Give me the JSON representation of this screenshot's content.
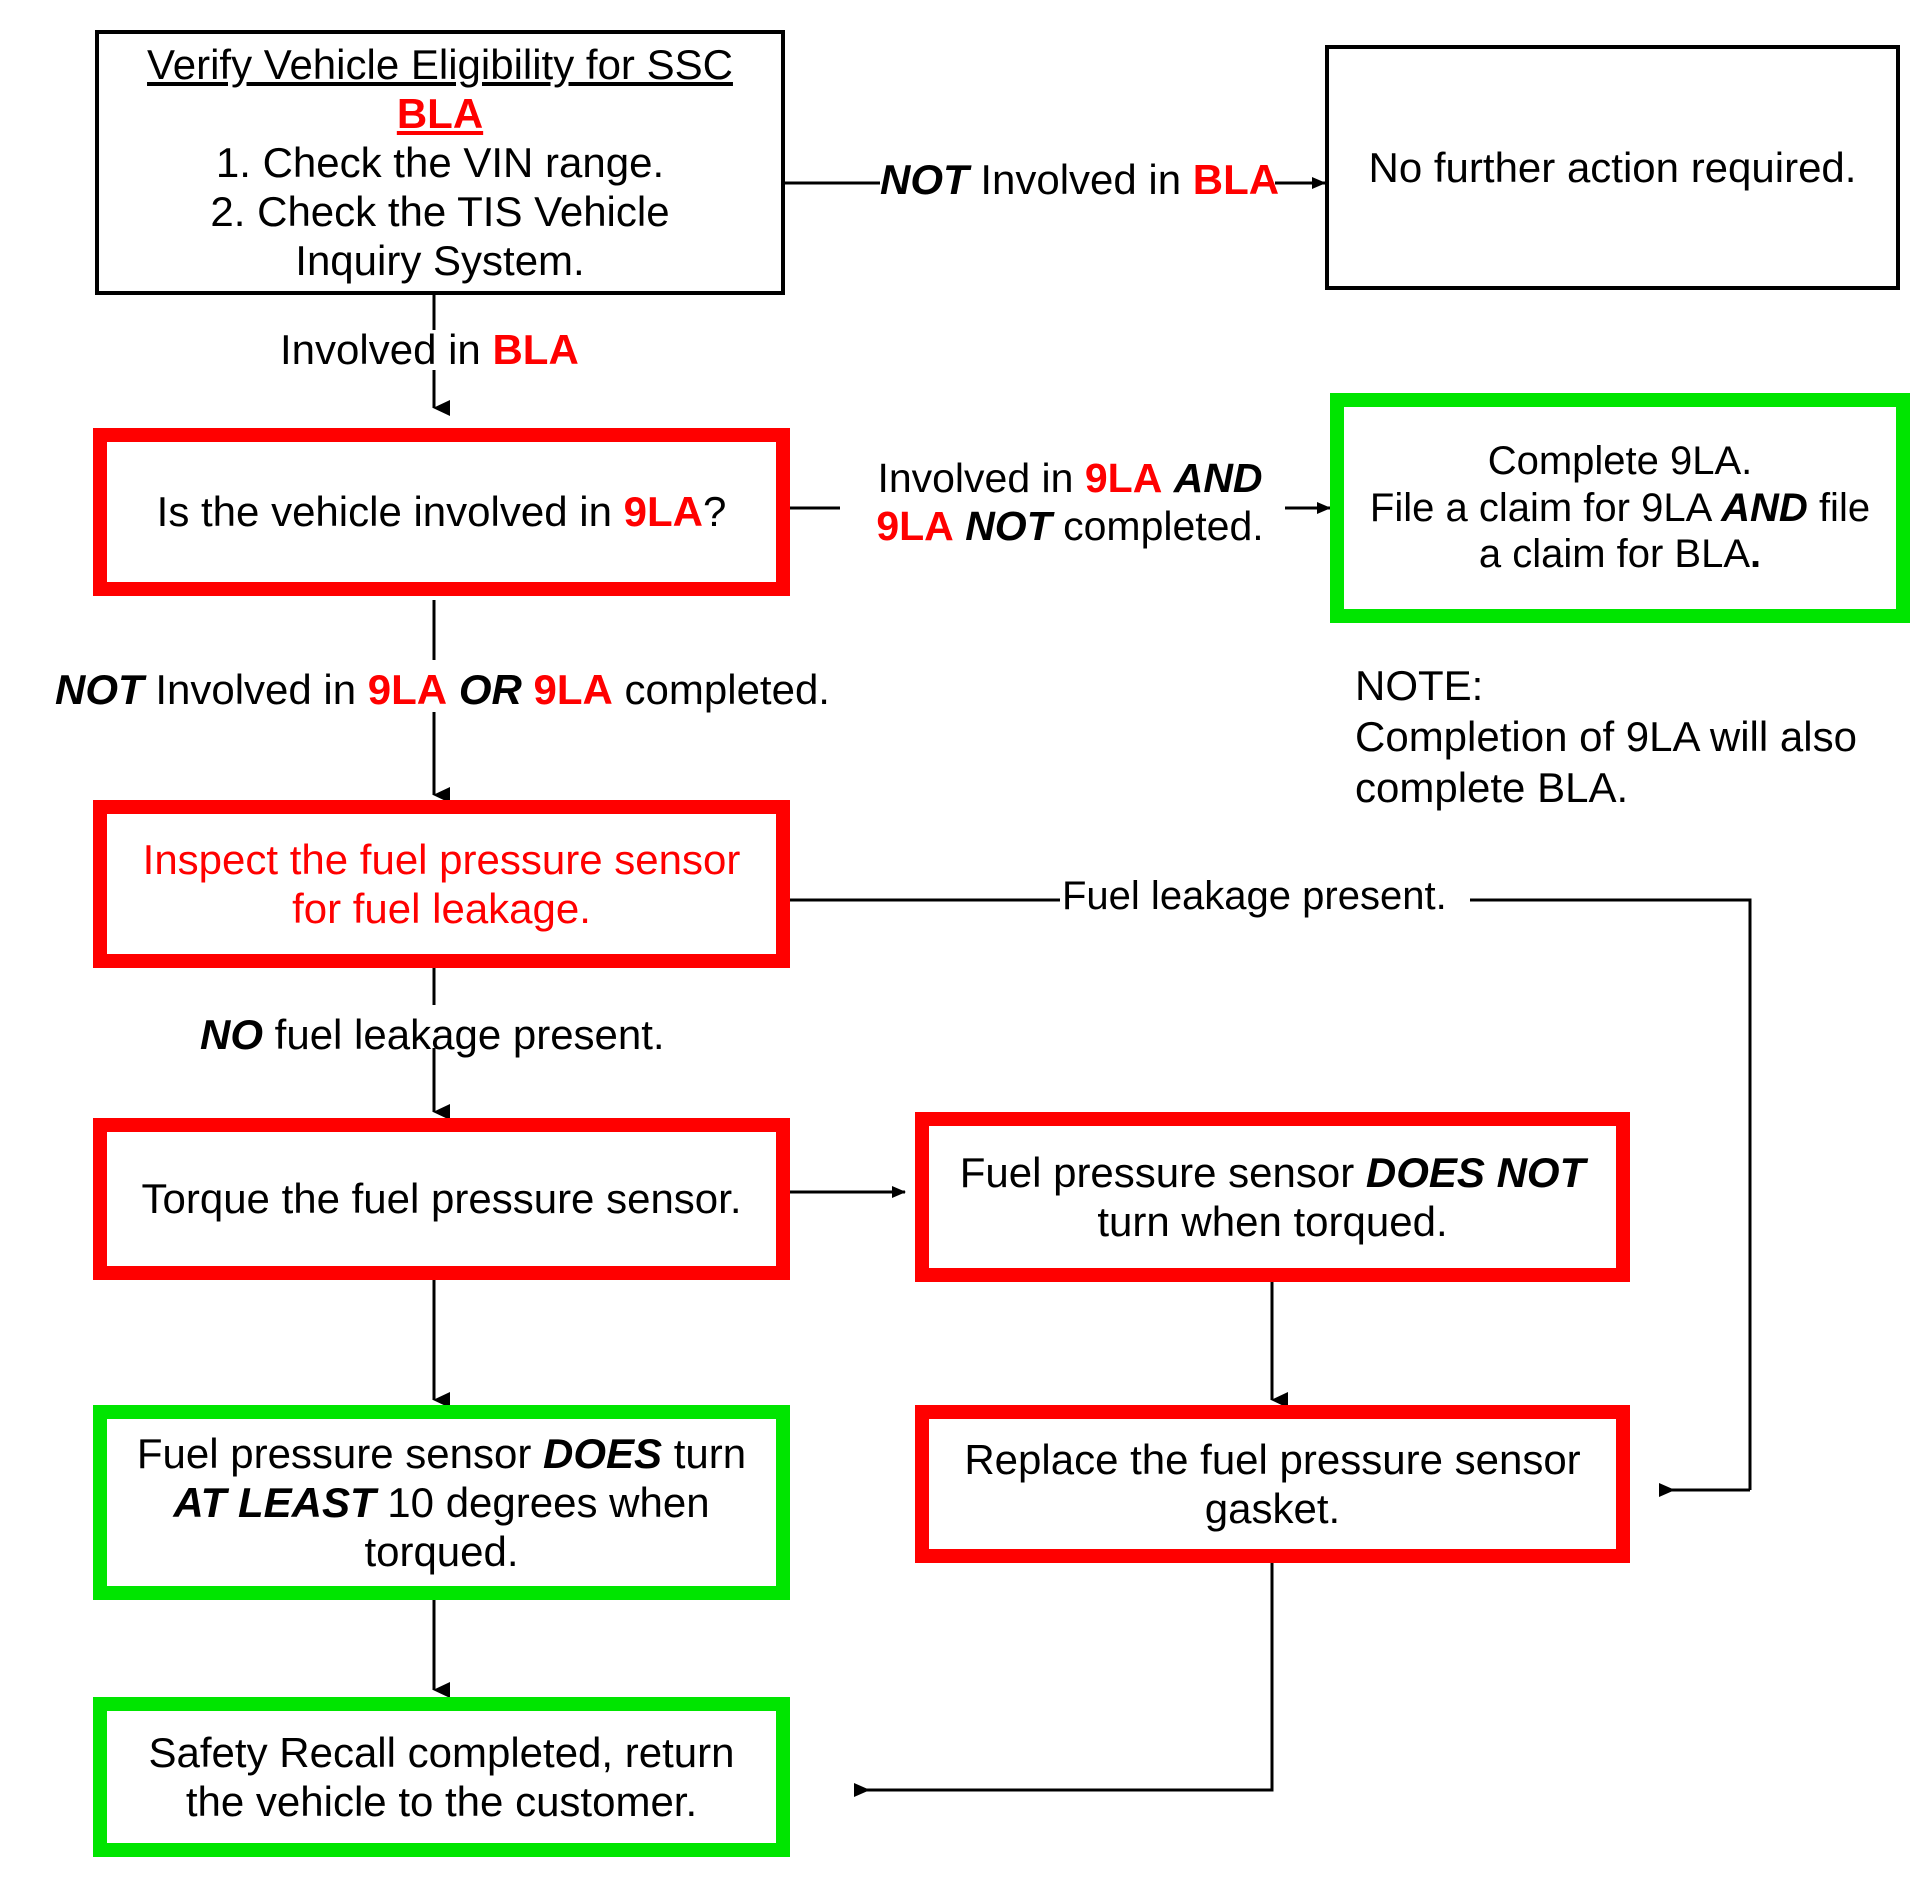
{
  "diagram": {
    "title_node": {
      "line1": "Verify Vehicle Eligibility for SSC",
      "line2": "BLA",
      "line3": "1. Check the VIN range.",
      "line4": "2. Check the TIS Vehicle",
      "line5": "Inquiry System."
    },
    "nodes": {
      "no_further_action": "No further action required.",
      "is_vehicle_9la_pre": "Is the vehicle involved in ",
      "is_vehicle_9la_code": "9LA",
      "is_vehicle_9la_post": "?",
      "complete_9la_line1": "Complete 9LA.",
      "complete_9la_line2a": "File a claim for 9LA ",
      "complete_9la_line2b": "AND",
      "complete_9la_line2c": " file",
      "complete_9la_line3a": "a claim for BLA",
      "complete_9la_line3b": ".",
      "inspect_line1": "Inspect the fuel pressure sensor",
      "inspect_line2": "for fuel leakage.",
      "torque": "Torque the fuel pressure sensor.",
      "does_not_turn_line1a": "Fuel pressure sensor ",
      "does_not_turn_line1b": "DOES NOT",
      "does_not_turn_line2": "turn when torqued.",
      "does_turn_line1a": "Fuel pressure sensor ",
      "does_turn_line1b": "DOES",
      "does_turn_line1c": " turn",
      "does_turn_line2a": "AT LEAST",
      "does_turn_line2b": " 10 degrees when",
      "does_turn_line3": "torqued.",
      "replace_gasket_line1": "Replace the fuel pressure sensor",
      "replace_gasket_line2": "gasket.",
      "completed_line1": "Safety Recall completed, return",
      "completed_line2": "the vehicle to the customer."
    },
    "edge_labels": {
      "not_involved_bla_a": "NOT",
      "not_involved_bla_b": " Involved in ",
      "not_involved_bla_c": "BLA",
      "involved_bla_a": "Involved in ",
      "involved_bla_b": "BLA",
      "involved_9la_line1a": "Involved in ",
      "involved_9la_line1b": "9LA",
      "involved_9la_line1c": " ",
      "involved_9la_line1d": "AND",
      "involved_9la_line2a": "9LA",
      "involved_9la_line2b": " ",
      "involved_9la_line2c": "NOT",
      "involved_9la_line2d": " completed.",
      "not_involved_9la_a": "NOT",
      "not_involved_9la_b": " Involved in ",
      "not_involved_9la_c": "9LA",
      "not_involved_9la_d": " ",
      "not_involved_9la_e": "OR",
      "not_involved_9la_f": " ",
      "not_involved_9la_g": "9LA",
      "not_involved_9la_h": " completed.",
      "fuel_leakage_present": "Fuel leakage present.",
      "no_fuel_leakage_a": "NO",
      "no_fuel_leakage_b": " fuel leakage present."
    },
    "note": {
      "line1": "NOTE:",
      "line2": "Completion of 9LA will also",
      "line3": "complete BLA."
    },
    "colors": {
      "red": "#ff0000",
      "green": "#00e500",
      "black": "#000000",
      "background": "#ffffff"
    }
  }
}
